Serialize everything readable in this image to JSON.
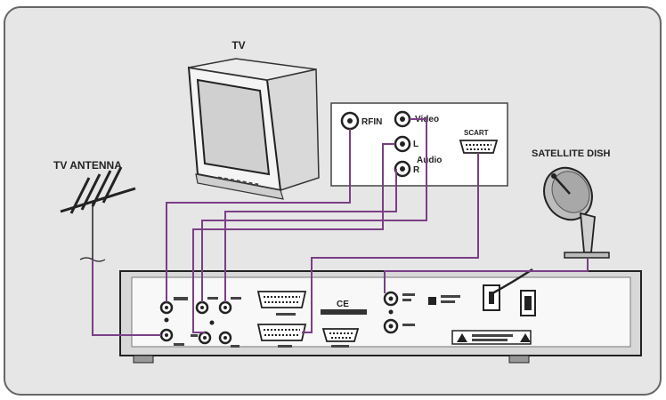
{
  "labels": {
    "tv": "TV",
    "tv_antenna": "TV ANTENNA",
    "satellite_dish": "SATELLITE DISH",
    "rfin": "RFIN",
    "video": "Video",
    "l": "L",
    "audio": "Audio",
    "r": "R",
    "scart": "SCART",
    "ce_mark": "CE"
  },
  "colors": {
    "background": "#e6e6e6",
    "frame": "#666666",
    "cable": "#7b3f86",
    "device": "#d8d8d8",
    "panel": "#ffffff"
  }
}
